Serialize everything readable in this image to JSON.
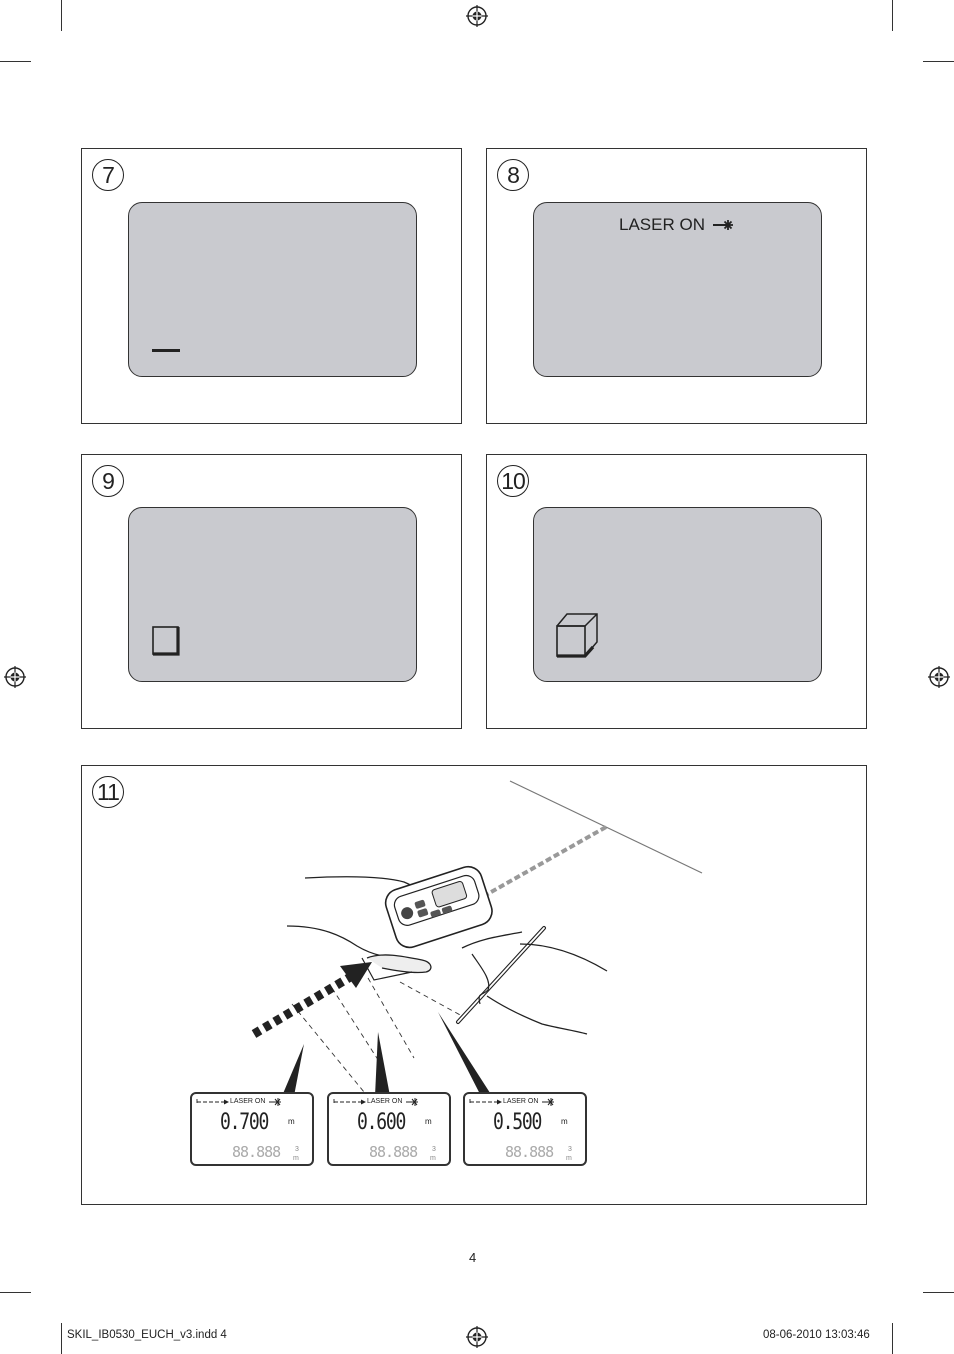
{
  "figures": [
    {
      "number": "7"
    },
    {
      "number": "8",
      "display_text": "LASER ON"
    },
    {
      "number": "9"
    },
    {
      "number": "10"
    },
    {
      "number": "11"
    }
  ],
  "mini_displays": [
    {
      "status": "LASER ON",
      "reading": "0.700",
      "unit": "m",
      "secondary": "88.888",
      "secondary_unit_sup": "3",
      "secondary_unit": "m"
    },
    {
      "status": "LASER ON",
      "reading": "0.600",
      "unit": "m",
      "secondary": "88.888",
      "secondary_unit_sup": "3",
      "secondary_unit": "m"
    },
    {
      "status": "LASER ON",
      "reading": "0.500",
      "unit": "m",
      "secondary": "88.888",
      "secondary_unit_sup": "3",
      "secondary_unit": "m"
    }
  ],
  "page_number": "4",
  "footer": {
    "file": "SKIL_IB0530_EUCH_v3.indd   4",
    "date": "08-06-2010   13:03:46"
  },
  "icons": [
    "registration-mark-icon",
    "laser-star-icon",
    "length-dash-icon",
    "area-square-icon",
    "volume-cube-icon",
    "measure-arrow-icon"
  ]
}
